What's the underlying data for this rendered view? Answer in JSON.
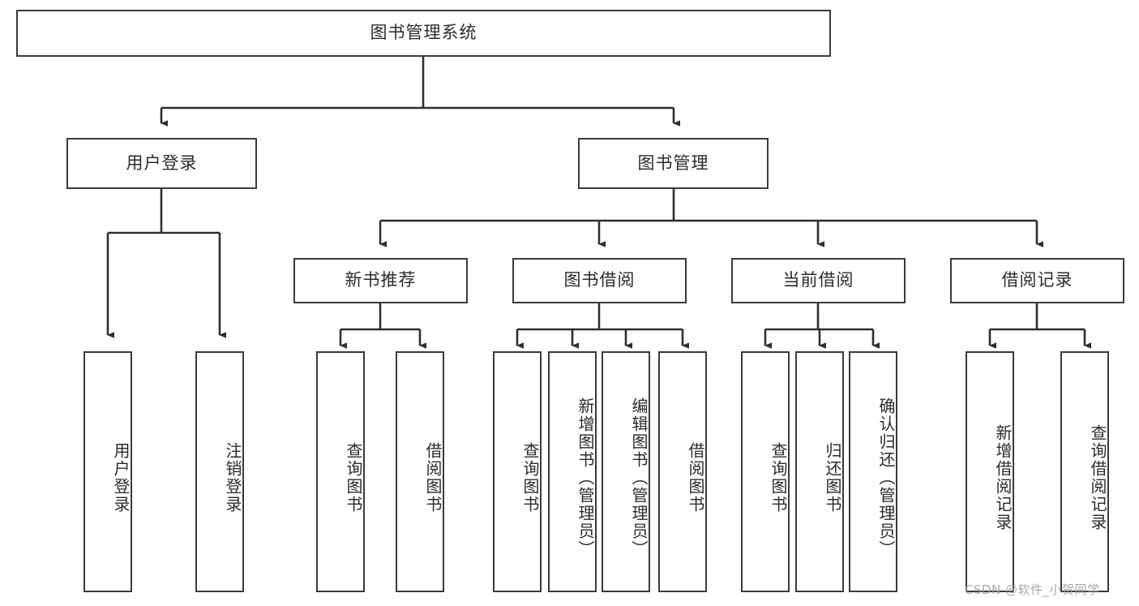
{
  "diagram": {
    "type": "hierarchy-tree",
    "title": "图书管理系统",
    "watermark": "CSDN @软件_小贺同学",
    "colors": {
      "box_border": "#3b3b3b",
      "connector": "#2f2f2f",
      "background": "#ffffff",
      "text": "#2b2b2b",
      "watermark": "#9a9a9a"
    },
    "levels": {
      "root": {
        "label": "图书管理系统",
        "orientation": "horizontal"
      },
      "level2": [
        {
          "label": "用户登录",
          "orientation": "horizontal"
        },
        {
          "label": "图书管理",
          "orientation": "horizontal"
        }
      ],
      "level3": [
        {
          "label": "新书推荐",
          "orientation": "horizontal"
        },
        {
          "label": "图书借阅",
          "orientation": "horizontal"
        },
        {
          "label": "当前借阅",
          "orientation": "horizontal"
        },
        {
          "label": "借阅记录",
          "orientation": "horizontal"
        }
      ],
      "leaves": {
        "user_login": [
          {
            "label": "用户登录",
            "orientation": "vertical"
          },
          {
            "label": "注销登录",
            "orientation": "vertical"
          }
        ],
        "new_book_recommend": [
          {
            "label": "查询图书",
            "orientation": "vertical"
          },
          {
            "label": "借阅图书",
            "orientation": "vertical"
          }
        ],
        "book_borrow": [
          {
            "label": "查询图书",
            "orientation": "vertical"
          },
          {
            "label": "新增图书（管理员）",
            "orientation": "vertical"
          },
          {
            "label": "编辑图书（管理员）",
            "orientation": "vertical"
          },
          {
            "label": "借阅图书",
            "orientation": "vertical"
          }
        ],
        "current_borrow": [
          {
            "label": "查询图书",
            "orientation": "vertical"
          },
          {
            "label": "归还图书",
            "orientation": "vertical"
          },
          {
            "label": "确认归还（管理员）",
            "orientation": "vertical"
          }
        ],
        "borrow_record": [
          {
            "label": "新增借阅记录",
            "orientation": "vertical"
          },
          {
            "label": "查询借阅记录",
            "orientation": "vertical"
          }
        ]
      }
    }
  }
}
